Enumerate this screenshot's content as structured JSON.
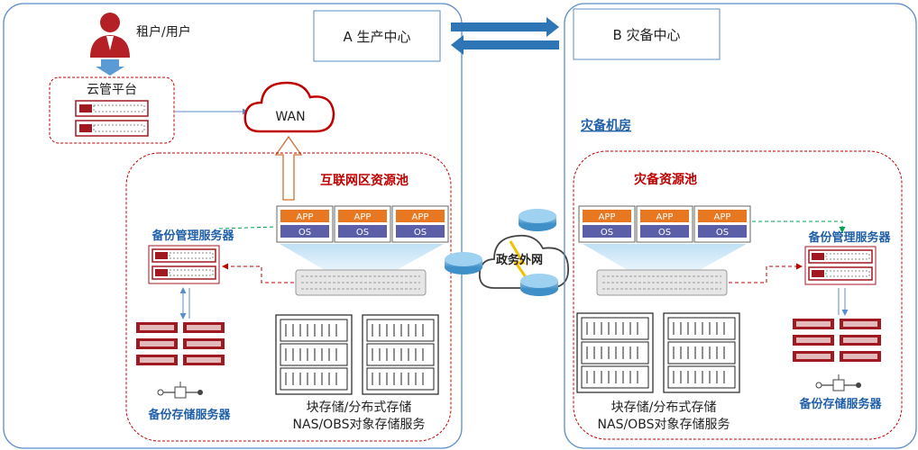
{
  "production": {
    "title": "A 生产中心",
    "user_label": "租户/用户",
    "cloud_platform_label": "云管平台",
    "wan_label": "WAN",
    "pool_label": "互联网区资源池",
    "backup_mgmt_label": "备份管理服务器",
    "backup_storage_label": "备份存储服务器",
    "storage_line1": "块存储/分布式存储",
    "storage_line2": "NAS/OBS对象存储服务",
    "vm_app_label": "APP",
    "vm_os_label": "OS"
  },
  "disaster": {
    "title": "B 灾备中心",
    "room_label": "灾备机房",
    "pool_label": "灾备资源池",
    "backup_mgmt_label": "备份管理服务器",
    "backup_storage_label": "备份存储服务器",
    "storage_line1": "块存储/分布式存储",
    "storage_line2": "NAS/OBS对象存储服务",
    "vm_app_label": "APP",
    "vm_os_label": "OS"
  },
  "network": {
    "gov_net_label": "政务外网"
  },
  "colors": {
    "box_border": "#5b8ec9",
    "red_dash": "#c00000",
    "green_dash": "#00a050",
    "pool_title": "#c00000",
    "blue_label": "#1f5fa8",
    "app_fill": "#e87722",
    "os_fill": "#5a5fa8"
  }
}
